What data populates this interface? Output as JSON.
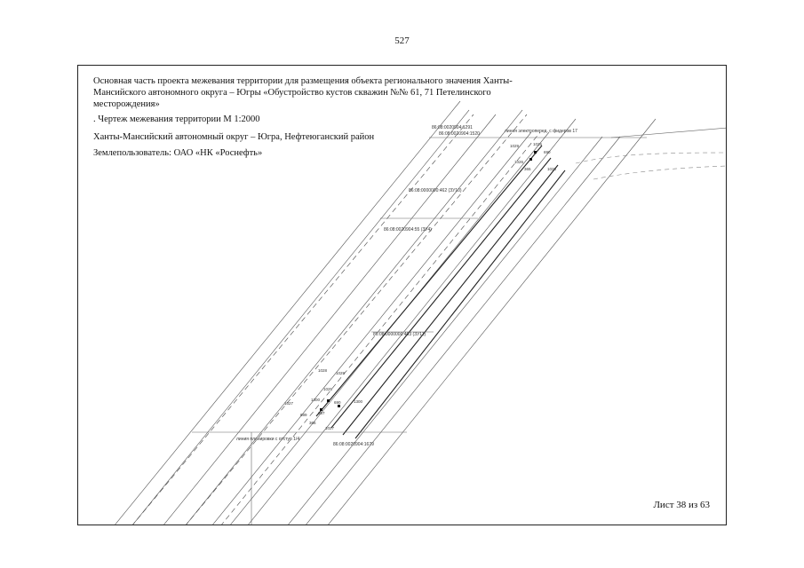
{
  "page": {
    "number": "527"
  },
  "header": {
    "title_line1": "Основная часть проекта межевания территории для размещения объекта регионального значения Ханты-",
    "title_line2": "Мансийского автономного округа – Югры «Обустройство кустов скважин №№ 61, 71 Петелинского",
    "title_line3": "месторождения»",
    "drawing_name": ". Чертеж межевания территории М 1:2000",
    "region": "Ханты-Мансийский автономный округ – Югра, Нефтеюганский район",
    "land_user": "Землепользователь: ОАО «НК «Роснефть»"
  },
  "drawing": {
    "cadastral_labels": [
      "86:08:0020904:1291",
      "86:08:0020904:1520",
      "86:08:0020904:1679",
      "86:08:0000000:462 (ЗУ10)",
      "86:08:0020904:55 (ЗУ4)",
      "86:08:0000000:463 (ЗУ11)"
    ],
    "axis_labels": [
      "линия электроперед. с фидеров 17",
      "линия планировки с отступ 1/4"
    ],
    "point_labels_top": [
      "1029",
      "1025",
      "690",
      "1026",
      "365",
      "1028"
    ],
    "point_labels_bottom": [
      "1028",
      "1029",
      "1025",
      "1300",
      "1027",
      "690",
      "689",
      "367",
      "1300",
      "366",
      "1027"
    ]
  },
  "footer": {
    "sheet": "Лист 38 из 63"
  }
}
